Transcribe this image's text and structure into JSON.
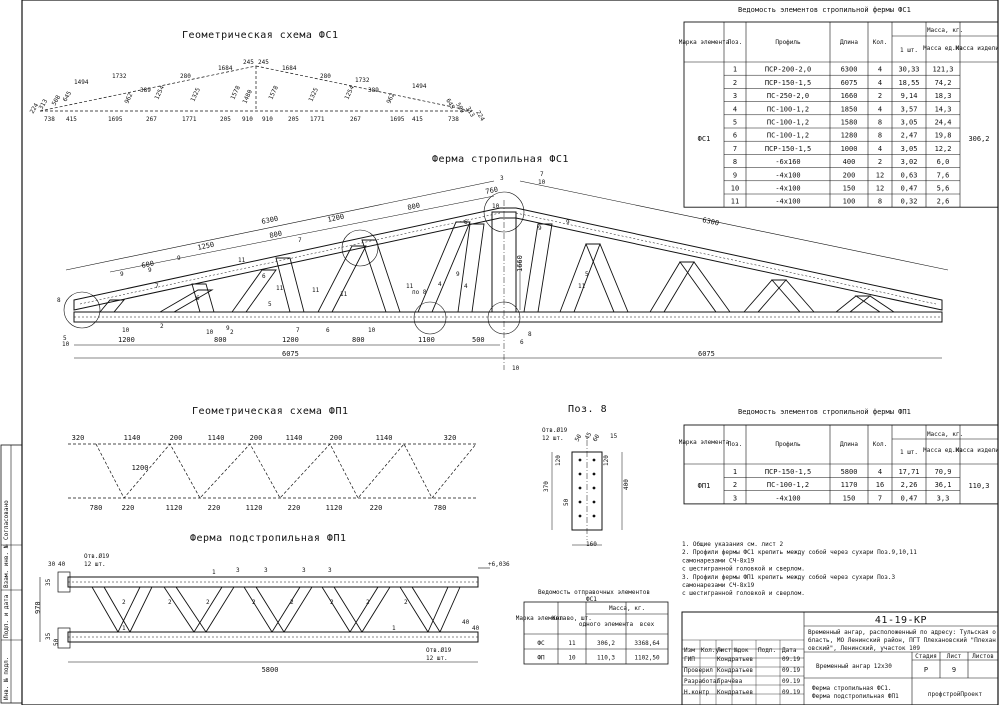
{
  "titles": {
    "geom_fs1": "Геометрическая схема ФС1",
    "truss_fs1": "Ферма стропильная ФС1",
    "geom_fp1": "Геометрическая схема ФП1",
    "truss_fp1": "Ферма подстропильная ФП1",
    "pos8": "Поз. 8"
  },
  "geom_fs1": {
    "top": [
      "1684",
      "245",
      "245",
      "1684"
    ],
    "upper": [
      "1494",
      "1732",
      "280",
      "280",
      "1732",
      "1494"
    ],
    "mid": [
      "389",
      "389"
    ],
    "left_end": [
      "224",
      "313",
      "508",
      "645"
    ],
    "right_end": [
      "645",
      "509",
      "313",
      "224"
    ],
    "diag": [
      "962",
      "1254",
      "1325",
      "1578",
      "1480",
      "1578",
      "1325",
      "1254",
      "962"
    ],
    "bottom": [
      "738",
      "415",
      "1695",
      "267",
      "1771",
      "205",
      "910",
      "910",
      "205",
      "1771",
      "267",
      "1695",
      "415",
      "738"
    ]
  },
  "fs1": {
    "top_dims": [
      "6300",
      "6300"
    ],
    "chord_dims": [
      "1250",
      "1200",
      "800",
      "760",
      "600",
      "800"
    ],
    "bottom_dims": [
      "1200",
      "800",
      "1200",
      "800",
      "1100",
      "500"
    ],
    "half_spans": [
      "6075",
      "6075"
    ],
    "height": "1660",
    "ref_a": "7",
    "ref_b": "10",
    "ref_c": "по 8",
    "pos_marks": [
      "8",
      "5",
      "10",
      "9",
      "9",
      "9",
      "7",
      "6",
      "11",
      "11",
      "11",
      "11",
      "6",
      "5",
      "4",
      "9",
      "7",
      "2",
      "10",
      "2",
      "10",
      "6",
      "10",
      "11",
      "9",
      "4",
      "7",
      "9",
      "6",
      "10",
      "9",
      "5",
      "11",
      "3",
      "8",
      "6",
      "10"
    ]
  },
  "spec_fs1": {
    "title": "Ведомость элементов стропильной фермы ФС1",
    "headers": {
      "mark": "Марка элемента",
      "pos": "Поз.",
      "profile": "Профиль",
      "length": "Длина",
      "qty": "Кол.",
      "mass": "Масса, кг.",
      "one": "1 шт.",
      "all": "Масса ед.кв",
      "item": "Масса изделия"
    },
    "mark": "ФС1",
    "total": "306,2",
    "rows": [
      [
        "1",
        "ПСР-200-2,0",
        "6300",
        "4",
        "30,33",
        "121,3"
      ],
      [
        "2",
        "ПСР-150-1,5",
        "6075",
        "4",
        "18,55",
        "74,2"
      ],
      [
        "3",
        "ПС-250-2,0",
        "1660",
        "2",
        "9,14",
        "18,3"
      ],
      [
        "4",
        "ПС-100-1,2",
        "1850",
        "4",
        "3,57",
        "14,3"
      ],
      [
        "5",
        "ПС-100-1,2",
        "1580",
        "8",
        "3,05",
        "24,4"
      ],
      [
        "6",
        "ПС-100-1,2",
        "1280",
        "8",
        "2,47",
        "19,8"
      ],
      [
        "7",
        "ПСР-150-1,5",
        "1000",
        "4",
        "3,05",
        "12,2"
      ],
      [
        "8",
        "-6х160",
        "400",
        "2",
        "3,02",
        "6,0"
      ],
      [
        "9",
        "-4х100",
        "200",
        "12",
        "0,63",
        "7,6"
      ],
      [
        "10",
        "-4х100",
        "150",
        "12",
        "0,47",
        "5,6"
      ],
      [
        "11",
        "-4х100",
        "100",
        "8",
        "0,32",
        "2,6"
      ]
    ]
  },
  "spec_fp1": {
    "title": "Ведомость элементов стропильной фермы ФП1",
    "headers": {
      "mark": "Марка элемента",
      "pos": "Поз.",
      "profile": "Профиль",
      "length": "Длина",
      "qty": "Кол.",
      "mass": "Масса, кг.",
      "one": "1 шт.",
      "all": "Масса ед.кв",
      "item": "Масса изделия"
    },
    "mark": "ФП1",
    "total": "110,3",
    "rows": [
      [
        "1",
        "ПСР-150-1,5",
        "5800",
        "4",
        "17,71",
        "70,9"
      ],
      [
        "2",
        "ПС-100-1,2",
        "1170",
        "16",
        "2,26",
        "36,1"
      ],
      [
        "3",
        "-4х100",
        "150",
        "7",
        "0,47",
        "3,3"
      ]
    ]
  },
  "geom_fp1": {
    "top": [
      "320",
      "1140",
      "200",
      "1140",
      "200",
      "1140",
      "200",
      "1140",
      "320"
    ],
    "height": "1200",
    "bottom": [
      "780",
      "220",
      "1120",
      "220",
      "1120",
      "220",
      "1120",
      "220",
      "780"
    ]
  },
  "fp1": {
    "bolt_note": "Отв.Ø19",
    "bolt_qty": "12 шт.",
    "left_dims": [
      "30",
      "40",
      "35",
      "970",
      "35",
      "50"
    ],
    "right_dims": [
      "40",
      "40"
    ],
    "span": "5800",
    "level": "+6,036",
    "pos": [
      "1",
      "3",
      "3",
      "3",
      "3",
      "2",
      "2",
      "2",
      "2",
      "2",
      "2",
      "2",
      "2",
      "1",
      "1"
    ]
  },
  "pos8": {
    "bolt_note": "Отв.Ø19",
    "bolt_qty": "12 шт.",
    "dims": [
      "50",
      "45",
      "60",
      "15",
      "120",
      "370",
      "400",
      "50",
      "120",
      "160"
    ]
  },
  "spec_small": {
    "title": "Ведомость отправочных элементов",
    "subtitle": "ФС1",
    "headers": [
      "Марка элемента",
      "Кол-во, шт.",
      "Масса, кг.",
      "одного элемента",
      "всех"
    ],
    "rows": [
      [
        "ФС",
        "11",
        "306,2",
        "3368,64"
      ],
      [
        "ФП",
        "10",
        "110,3",
        "1102,50"
      ]
    ]
  },
  "notes": [
    "1. Общие указания см. лист 2",
    "2. Профили фермы ФС1 крепить между собой через сухари Поз.9,10,11",
    "самонарезами СЧ-8х19",
    "с шестигранной головкой и сверлом.",
    "3. Профили фермы ФП1 крепить между собой через сухари Поз.3",
    "самонарезами СЧ-8х19",
    "с шестигранной головкой и сверлом."
  ],
  "title_block": {
    "code": "41-19-КР",
    "desc": "Временный ангар, расположенный по адресу: Тульская область, МО Ленинский район, ПГТ Плехановский \"Плехановский\", Ленинский, участок 109",
    "object": "Временный ангар 12х30",
    "sheet_title": "Ферма стропильная ФС1. Ферма подстропильная ФП1",
    "cols": [
      "Изм",
      "Кол.уч",
      "Лист",
      "№док",
      "Подп.",
      "Дата"
    ],
    "roles": [
      "ГИП",
      "Проверил",
      "Разработал",
      "Н.контр"
    ],
    "names": [
      "Кондратьев",
      "Кондратьев",
      "Грачёва",
      "Кондратьев"
    ],
    "dates": [
      "09.19",
      "09.19",
      "09.19",
      "09.19"
    ],
    "stage_h": [
      "Стадия",
      "Лист",
      "Листов"
    ],
    "stage": [
      "Р",
      "9",
      ""
    ],
    "logo": "профстройПроект"
  },
  "side_stamp": [
    "Согласовано",
    "Взам. инв. №",
    "Подп. и дата",
    "Инв. № подл."
  ]
}
